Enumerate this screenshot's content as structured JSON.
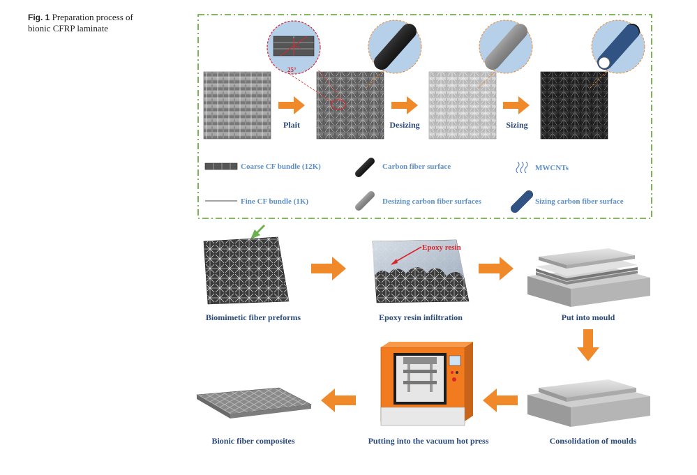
{
  "caption": {
    "fig_label": "Fig. 1",
    "text_line1": "Preparation process of",
    "text_line2": "bionic CFRP laminate"
  },
  "top_panel": {
    "steps": [
      "Plait",
      "Desizing",
      "Sizing"
    ],
    "angle_label": "25°",
    "legend": {
      "coarse": "Coarse CF bundle (12K)",
      "fine": "Fine CF bundle (1K)",
      "cf_surface": "Carbon fiber surface",
      "desizing_surface": "Desizing carbon fiber surfaces",
      "mwcnts": "MWCNTs",
      "sizing_surface": "Sizing carbon fiber surface"
    }
  },
  "process": {
    "preforms": "Biomimetic fiber preforms",
    "epoxy_label": "Epoxy resin",
    "infiltration": "Epoxy resin infiltration",
    "mould": "Put into mould",
    "consolidation": "Consolidation of moulds",
    "hot_press": "Putting into the vacuum hot press",
    "composites": "Bionic fiber composites"
  },
  "colors": {
    "dash_border": "#5aa02c",
    "arrow": "#f0892a",
    "label_blue": "#5b8fc8",
    "label_navy": "#2c4a7a",
    "magnifier_bg": "#b7d0ea",
    "red_annot": "#d9262b",
    "press_orange": "#f27b20"
  }
}
